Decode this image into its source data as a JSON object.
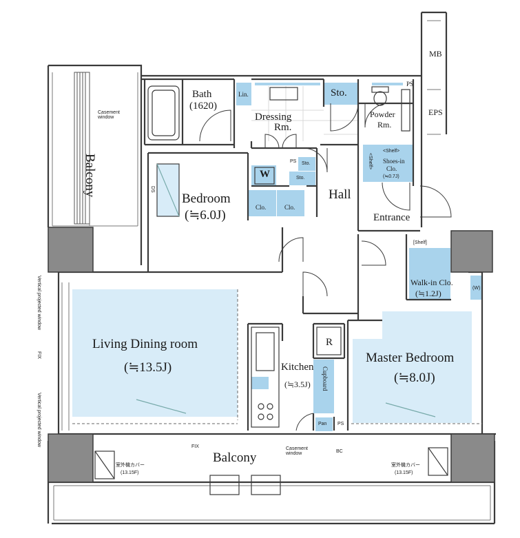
{
  "colors": {
    "room_fill": "#d8ecf8",
    "storage_fill": "#a9d3ec",
    "wall": "#3a3a3a",
    "pillar": "#8a8a8a",
    "floor_line": "#b9b9b9"
  },
  "rooms": {
    "balcony_top": "Balcony",
    "bath": "Bath",
    "bath_size": "(1620)",
    "lin": "Lin.",
    "dressing": "Dressing",
    "dressing_rm": "Rm.",
    "sto_top": "Sto.",
    "powder": "Powder",
    "powder_rm": "Rm.",
    "ps_top": "PS",
    "mb": "MB",
    "eps": "EPS",
    "casement_window_top": "Casement window",
    "ps_small": "PS",
    "sto_small1": "Sto.",
    "sto_small2": "Sto.",
    "w_label": "W",
    "shelf_small": "<Shelf>",
    "shoes_in": "Shoes-in",
    "shoes_clo": "Clo.",
    "shoes_size": "(≒0.7J)",
    "shelf_side": "<Shelf>",
    "bedroom": "Bedroom",
    "bedroom_size": "(≒6.0J)",
    "clo1": "Clo.",
    "clo2": "Clo.",
    "hall": "Hall",
    "entrance": "Entrance",
    "shelf_wic": "[Shelf]",
    "walkin": "Walk-in Clo.",
    "walkin_size": "(≒1.2J)",
    "w_wic": "(W)",
    "vertical_projected_1": "Vertical projected window",
    "fix_left": "FIX",
    "vertical_projected_2": "Vertical projected window",
    "living": "Living Dining room",
    "living_size": "(≒13.5J)",
    "kitchen": "Kitchen",
    "kitchen_size": "(≒3.5J)",
    "r_label": "R",
    "cupboard": "Cupboard",
    "pan": "Pan",
    "ps_kitchen": "PS",
    "master": "Master Bedroom",
    "master_size": "(≒8.0J)",
    "fix_bottom": "FIX",
    "balcony_bottom": "Balcony",
    "casement_window_bottom": "Casement window",
    "bc": "BC",
    "ac_left": "室外機カバー",
    "ac_left_size": "(13.15F)",
    "ac_right": "室外機カバー",
    "ac_right_size": "(13.15F)",
    "ds": "DS"
  }
}
